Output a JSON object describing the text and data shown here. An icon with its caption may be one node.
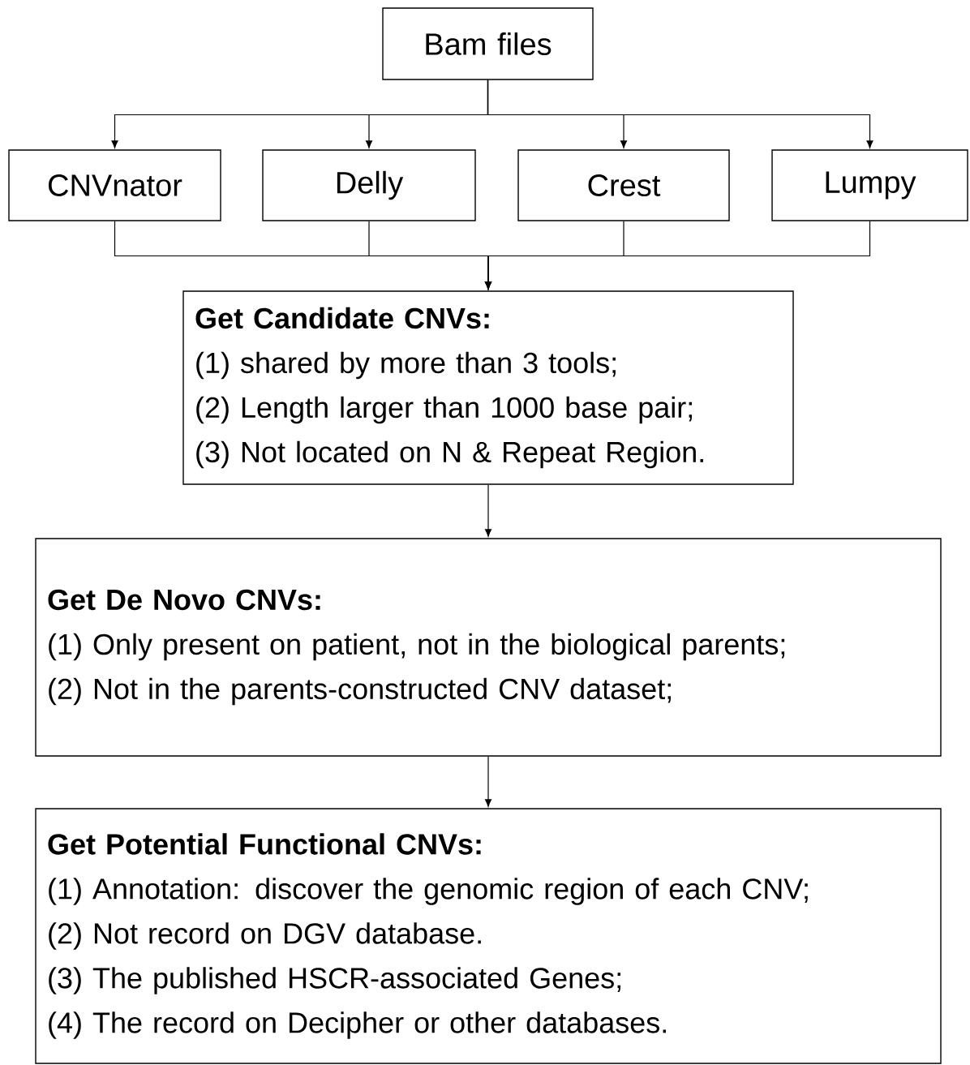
{
  "diagram": {
    "nodes": [
      {
        "text": [
          "Bam files"
        ]
      },
      {
        "text": [
          "CNVnator"
        ]
      },
      {
        "text": [
          "Delly"
        ]
      },
      {
        "text": [
          "Crest"
        ]
      },
      {
        "text": [
          "Lumpy"
        ]
      },
      {
        "text": [
          "Get Candidate CNVs:",
          "(1) shared by more than 3 tools;",
          "(2) Length larger than 1000 base pair;",
          "(3) Not located on N & Repeat Region."
        ]
      },
      {
        "text": [
          "Get De Novo CNVs:",
          "(1) Only present on patient, not in the biological parents;",
          "(2) Not in the parents-constructed CNV dataset;"
        ]
      },
      {
        "text": [
          "Get Potential Functional CNVs:",
          "(1) Annotation: discover the genomic region of each CNV;",
          "(2) Not record on DGV database.",
          "(3) The published HSCR-associated Genes;",
          "(4) The record on Decipher or other databases."
        ]
      }
    ],
    "edges": [
      {
        "from": 0,
        "to": 1,
        "arrow": "to"
      },
      {
        "from": 0,
        "to": 2,
        "arrow": "to"
      },
      {
        "from": 0,
        "to": 3,
        "arrow": "to"
      },
      {
        "from": 0,
        "to": 4,
        "arrow": "to"
      },
      {
        "from": 1,
        "to": 5,
        "arrow": "to"
      },
      {
        "from": 2,
        "to": 5,
        "arrow": "to"
      },
      {
        "from": 3,
        "to": 5,
        "arrow": "to"
      },
      {
        "from": 4,
        "to": 5,
        "arrow": "to"
      },
      {
        "from": 5,
        "to": 6,
        "arrow": "to"
      },
      {
        "from": 6,
        "to": 7,
        "arrow": "to"
      }
    ]
  }
}
